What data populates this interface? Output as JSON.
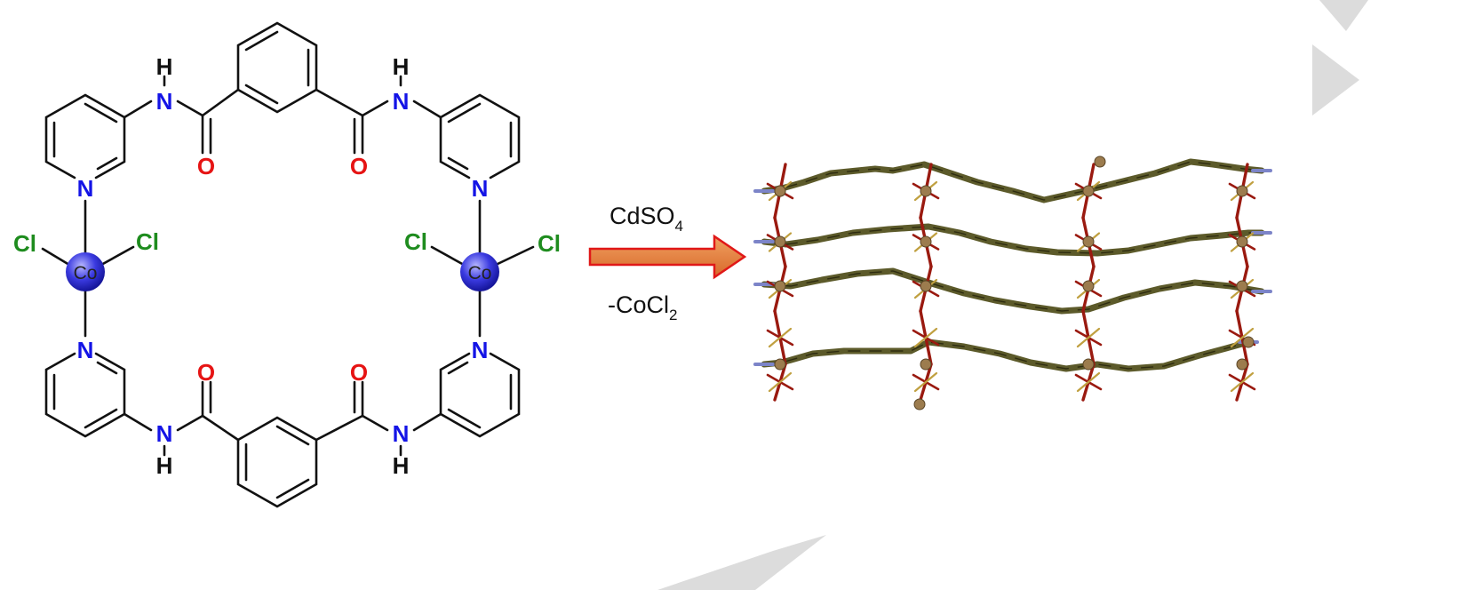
{
  "colors": {
    "nitrogen": "#1414e6",
    "oxygen": "#e61414",
    "chlorine": "#1e8c1e",
    "hydrogen": "#111111",
    "cobalt_sphere": "#3a3ae0",
    "arrow_fill": "#e07a35",
    "arrow_stroke": "#e01818",
    "ligand_strand": "#5c5a2a",
    "sulfate": "#9a1a10",
    "cadmium": "#9c7c4e",
    "pyridyl_n": "#7c84c8",
    "watermark": "#d9d9d9"
  },
  "molecule": {
    "atom_labels": {
      "n": "N",
      "nh_n": "N",
      "h": "H",
      "o": "O",
      "cl": "Cl",
      "co": "Co"
    }
  },
  "reaction": {
    "reagent_top_main": "CdSO",
    "reagent_top_sub": "4",
    "reagent_bottom_main": "-CoCl",
    "reagent_bottom_sub": "2"
  },
  "crystal_structure": {
    "description_shown": "extended coordination network"
  }
}
